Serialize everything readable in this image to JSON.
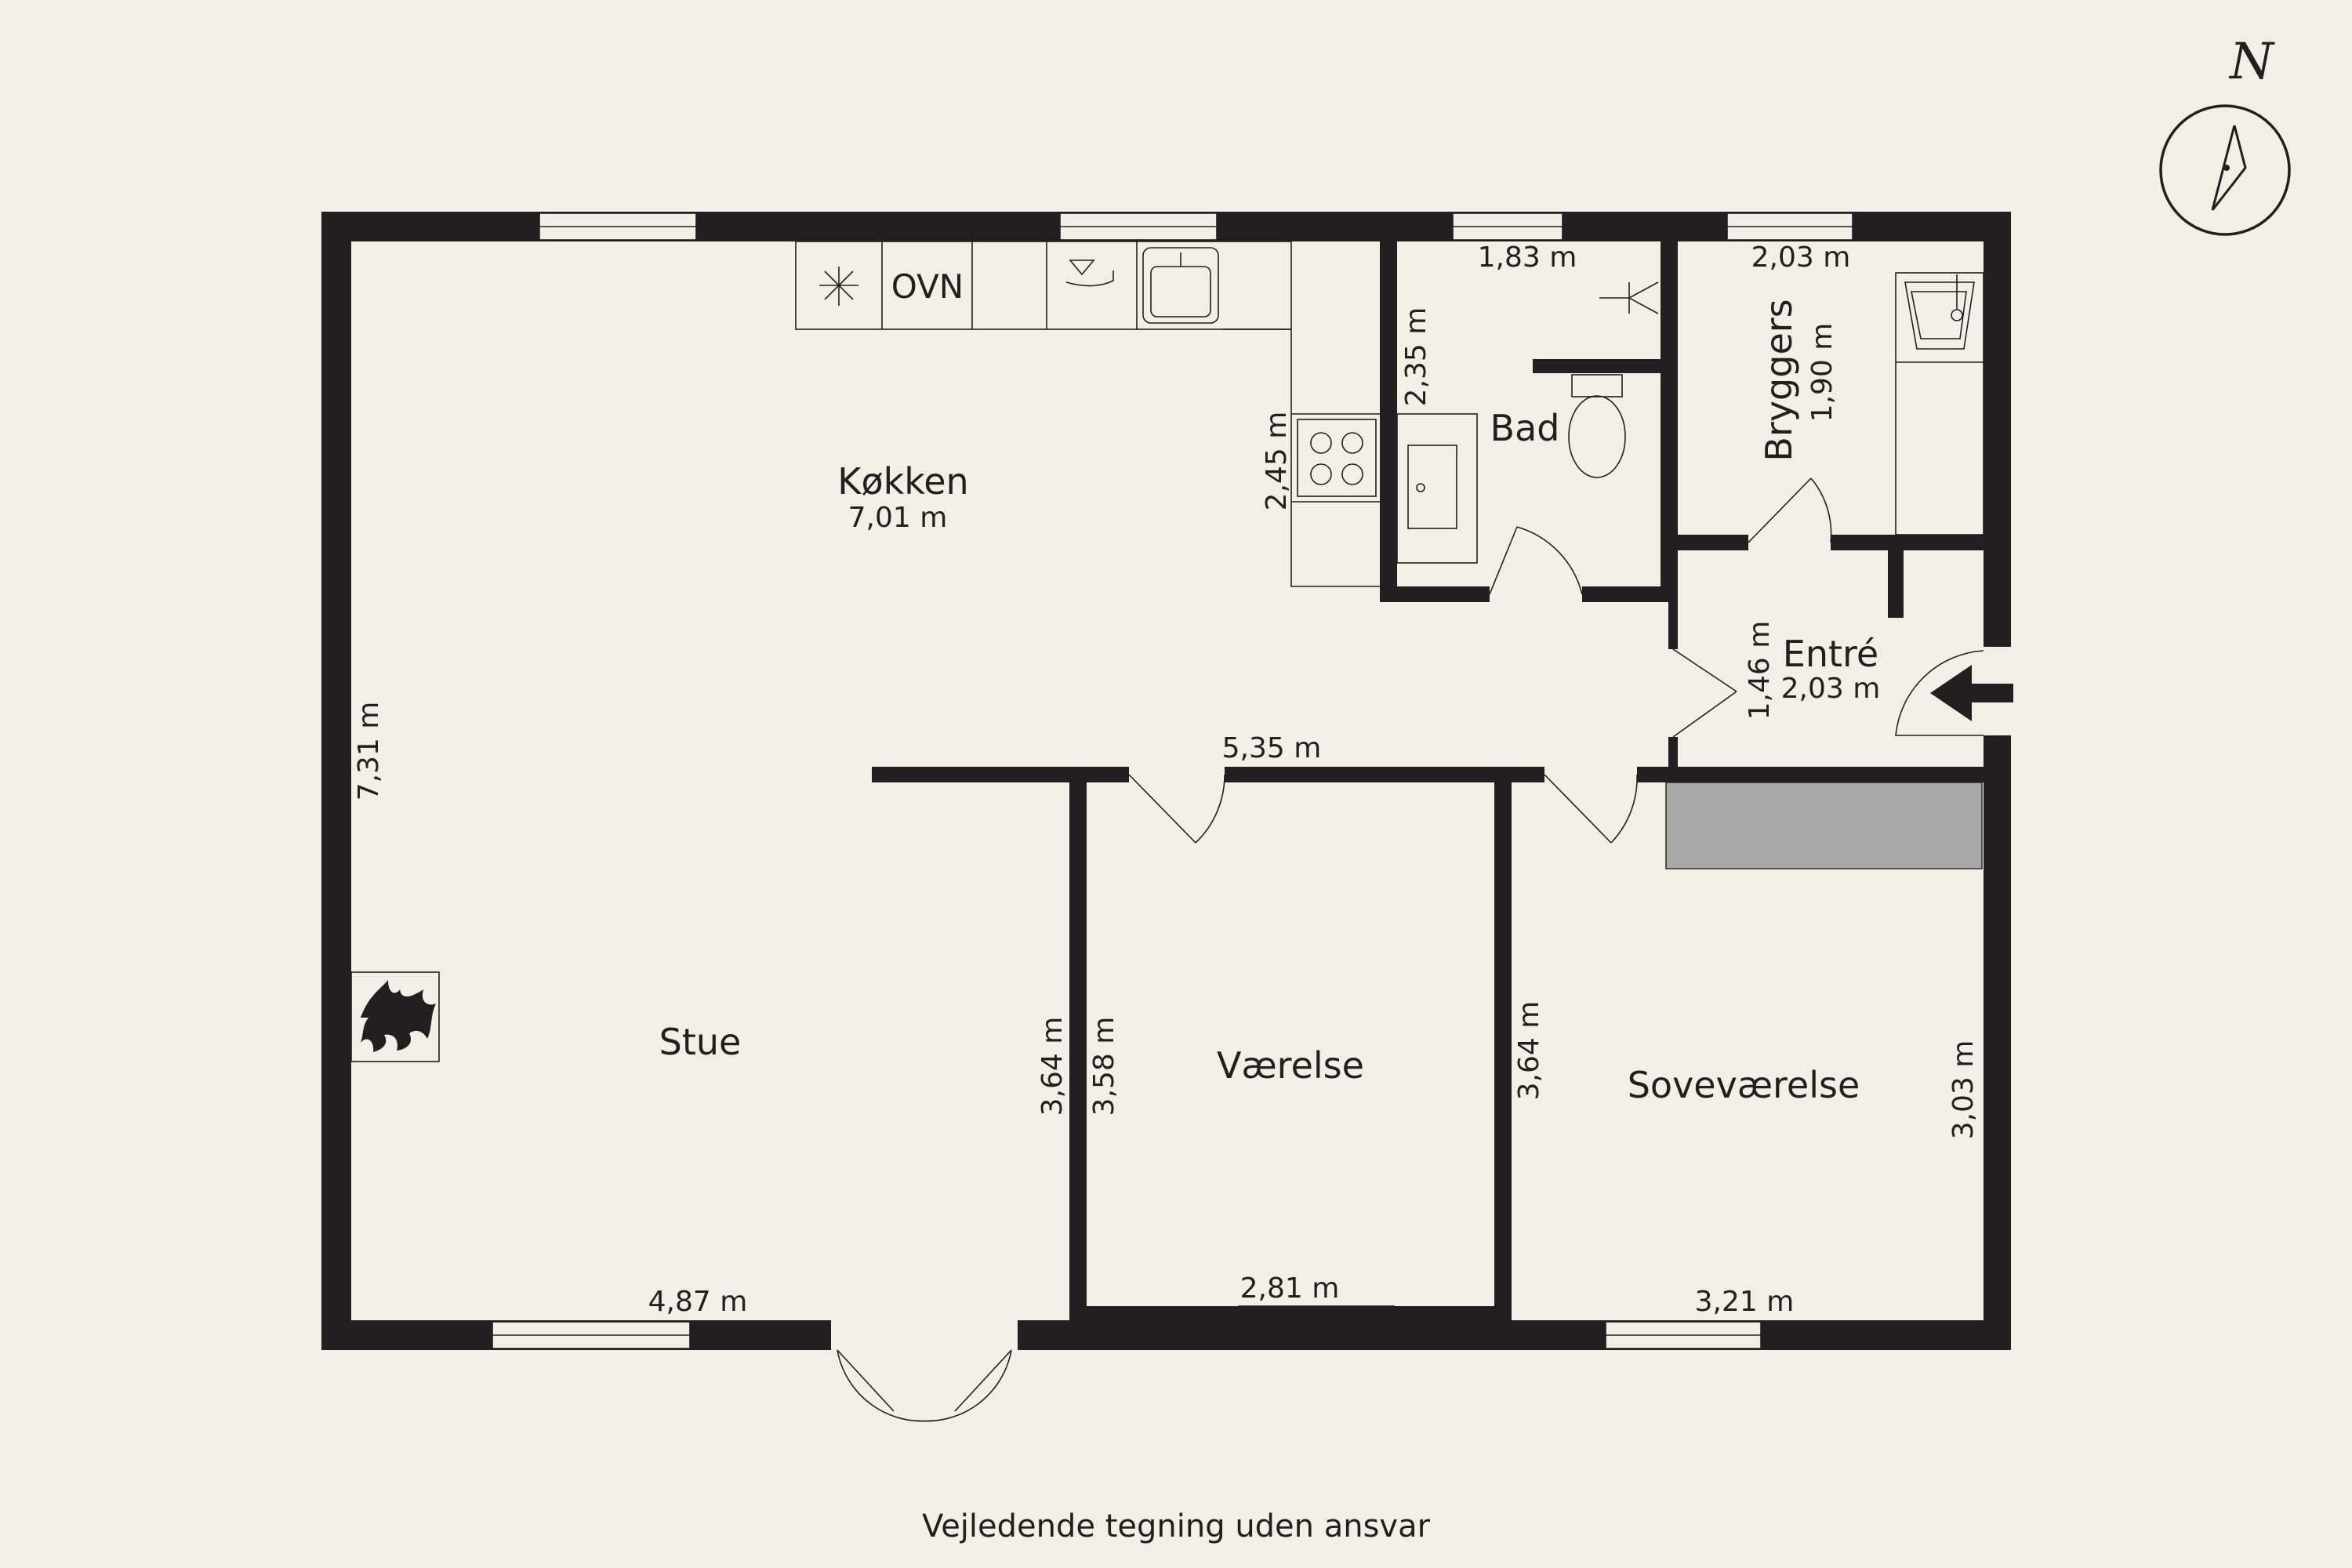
{
  "rooms": {
    "kokken": {
      "name": "Køkken",
      "dim": "7,01 m"
    },
    "stue": {
      "name": "Stue"
    },
    "vaerelse": {
      "name": "Værelse"
    },
    "sovevaerelse": {
      "name": "Soveværelse"
    },
    "bad": {
      "name": "Bad"
    },
    "bryggers": {
      "name": "Bryggers",
      "dim": "1,90 m"
    },
    "entre": {
      "name": "Entré",
      "dim": "2,03 m"
    }
  },
  "dimensions": {
    "living_height": "7,31 m",
    "stue_width": "4,87 m",
    "hall_width": "5,35 m",
    "stue_right_height": "3,64 m",
    "vaerelse_left_height": "3,58 m",
    "vaerelse_width": "2,81 m",
    "sove_left_height": "3,64 m",
    "sove_width": "3,21 m",
    "sove_right_height": "3,03 m",
    "kitchen_counter_height": "2,45 m",
    "bad_width": "1,83 m",
    "bad_height": "2,35 m",
    "bryggers_width": "2,03 m",
    "entre_height": "1,46 m"
  },
  "kitchen": {
    "oven_label": "OVN"
  },
  "compass": {
    "north_label": "N"
  },
  "footer": {
    "disclaimer": "Vejledende tegning uden ansvar"
  }
}
